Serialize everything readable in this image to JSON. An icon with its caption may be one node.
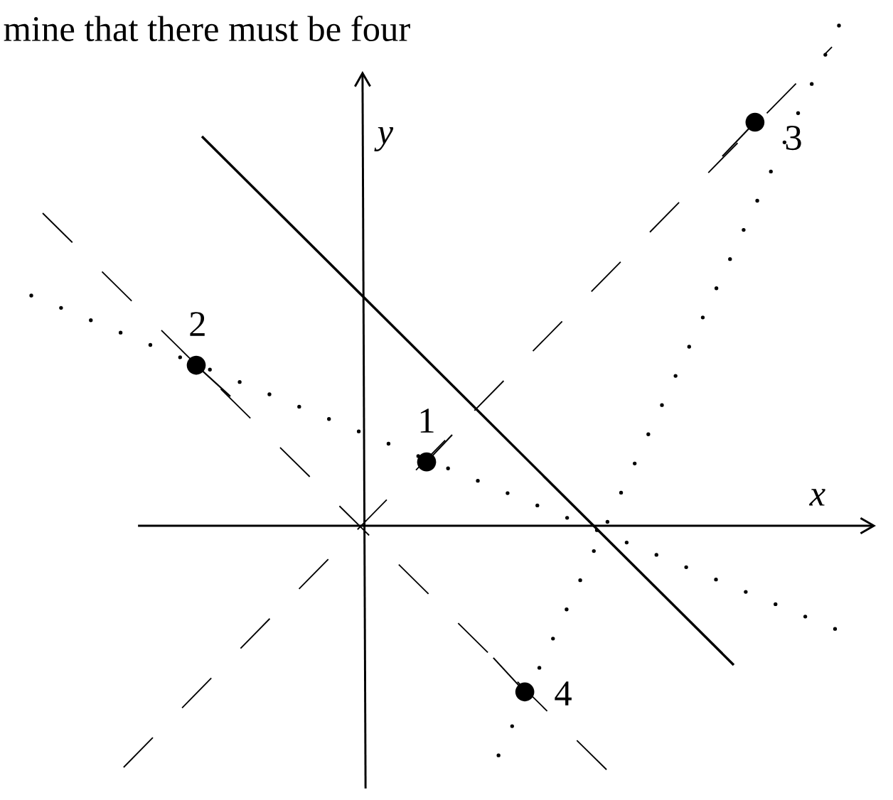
{
  "diagram": {
    "labels": [
      "mine that there must be four",
      "3",
      "y",
      "2",
      "1",
      "x",
      "4"
    ]
  }
}
